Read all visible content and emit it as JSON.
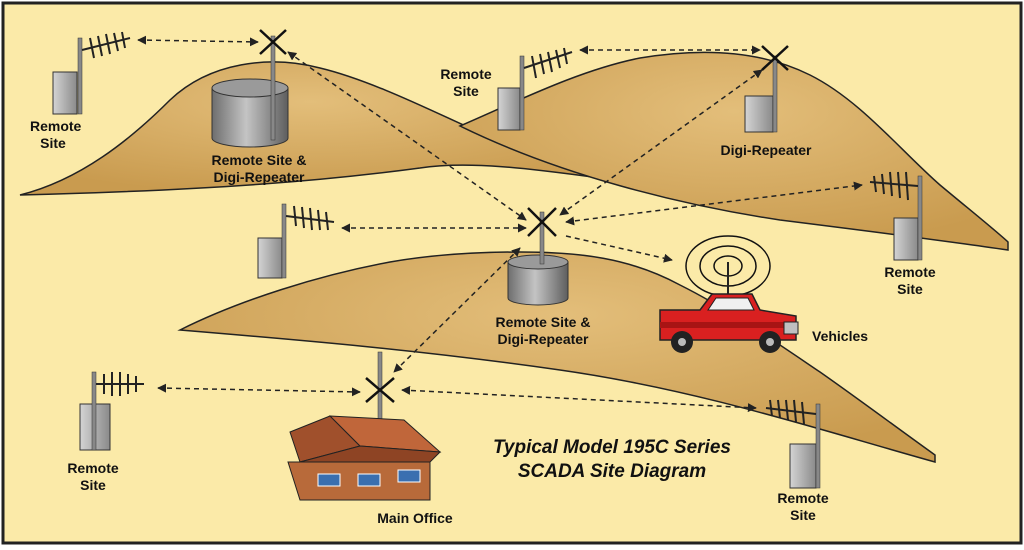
{
  "colors": {
    "background": "#FBEAA8",
    "hill": "#D9B36B",
    "hill_shadow": "#C99B4F",
    "frame": "#222222",
    "link": "#222222",
    "equipment": "#9C9C9C",
    "truck": "#D92020",
    "house_roof": "#A0502C",
    "house_wall": "#B86A3A"
  },
  "title": {
    "line1": "Typical Model 195C Series",
    "line2": "SCADA Site Diagram"
  },
  "labels": {
    "remote_site_top_left": [
      "Remote",
      "Site"
    ],
    "remote_repeater_top": [
      "Remote Site &",
      "Digi-Repeater"
    ],
    "remote_site_top_center": [
      "Remote",
      "Site"
    ],
    "digi_repeater_top_right": "Digi-Repeater",
    "remote_site_right": [
      "Remote",
      "Site"
    ],
    "remote_repeater_center": [
      "Remote Site &",
      "Digi-Repeater"
    ],
    "vehicles": "Vehicles",
    "remote_site_bottom_left": [
      "Remote",
      "Site"
    ],
    "main_office": "Main Office",
    "remote_site_bottom_right": [
      "Remote",
      "Site"
    ]
  },
  "icons": [
    "yagi-antenna-icon",
    "omni-antenna-icon",
    "equipment-cabinet-icon",
    "storage-tank-icon",
    "pickup-truck-icon",
    "house-icon",
    "radio-waves-icon"
  ]
}
